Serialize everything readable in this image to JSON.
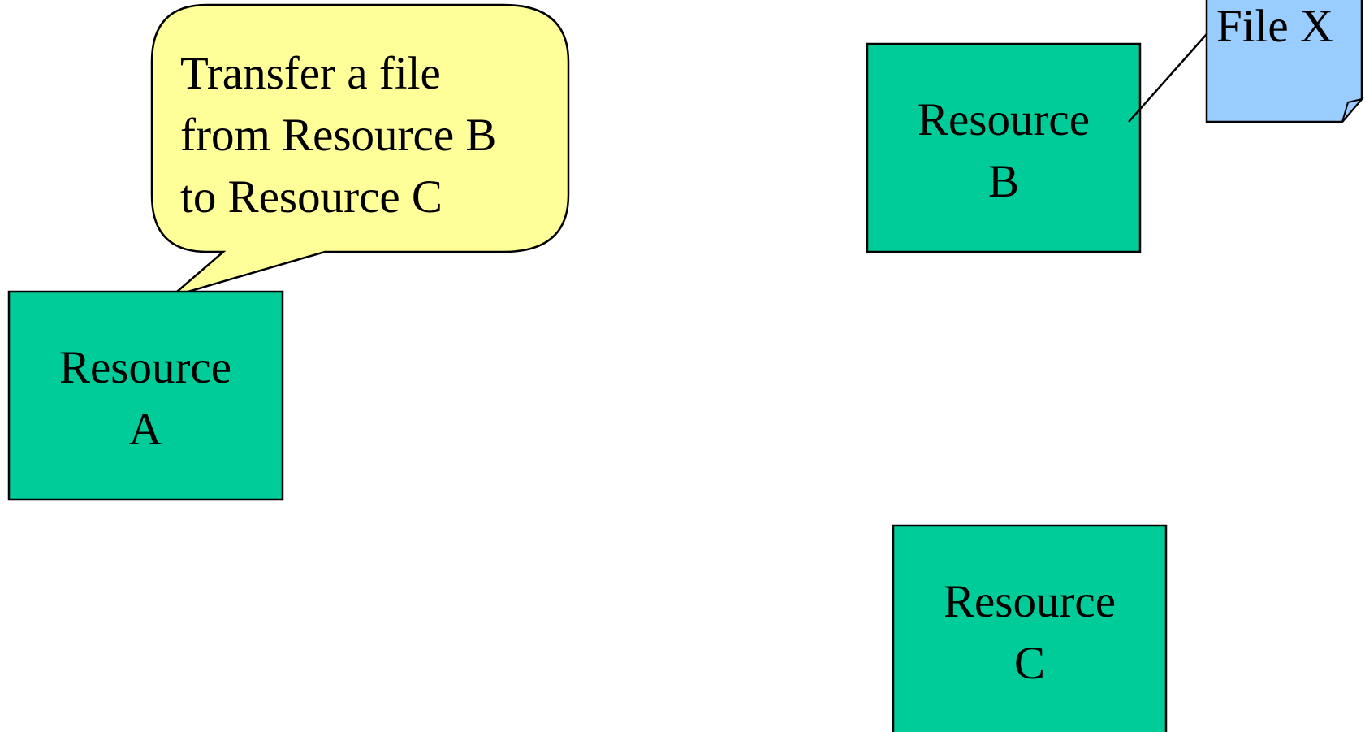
{
  "colors": {
    "resource_fill": "#00CC99",
    "callout_fill": "#FFFF99",
    "file_fill": "#99CCFF",
    "stroke": "#000000"
  },
  "callout": {
    "lines": [
      "Transfer a file",
      "from Resource B",
      "to Resource C"
    ]
  },
  "resources": {
    "a": {
      "lines": [
        "Resource",
        "A"
      ]
    },
    "b": {
      "lines": [
        "Resource",
        "B"
      ]
    },
    "c": {
      "lines": [
        "Resource",
        "C"
      ]
    }
  },
  "file": {
    "label": "File X",
    "icon": "document-icon"
  }
}
